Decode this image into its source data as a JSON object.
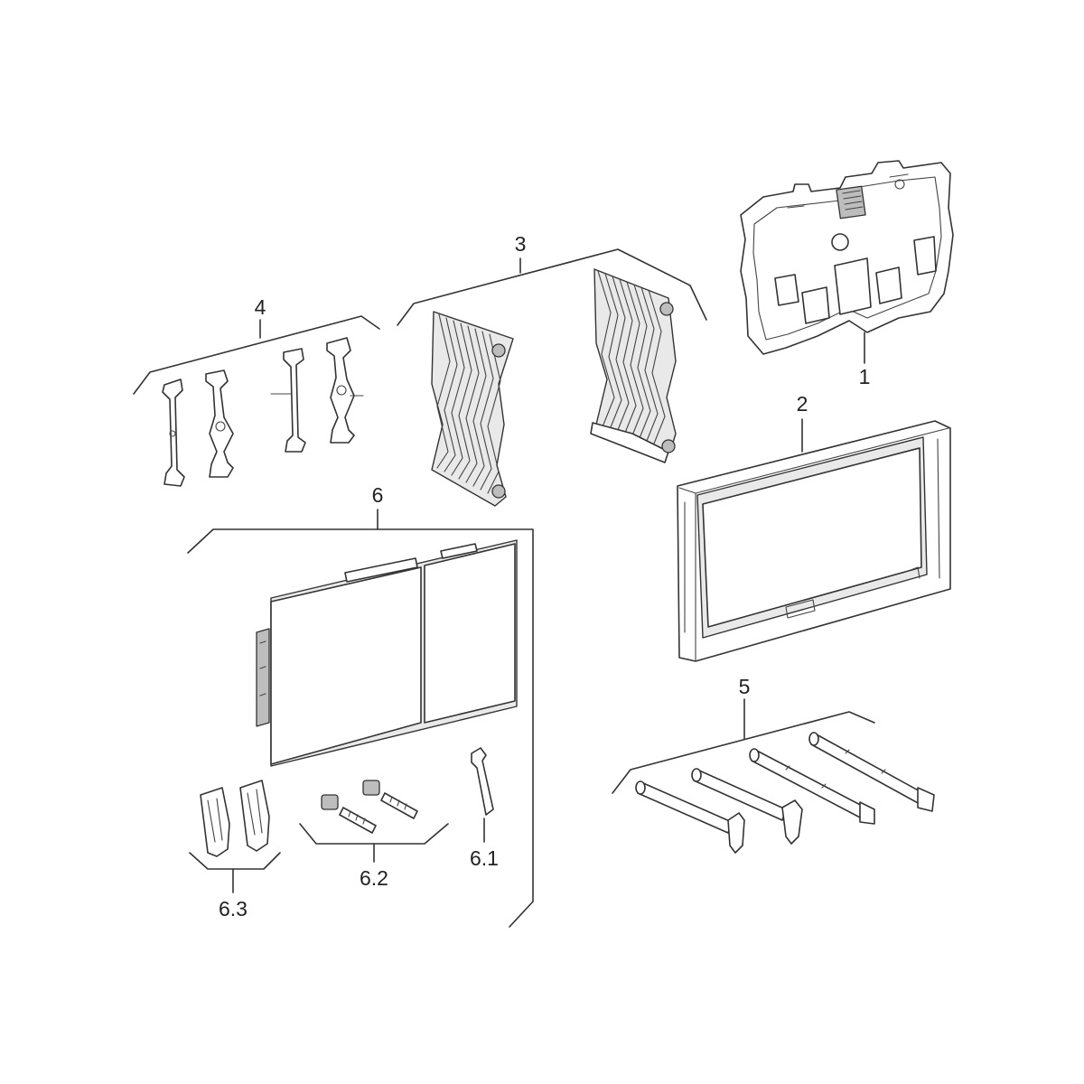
{
  "callouts": {
    "c1": "1",
    "c2": "2",
    "c3": "3",
    "c4": "4",
    "c5": "5",
    "c6": "6",
    "c6_1": "6.1",
    "c6_2": "6.2",
    "c6_3": "6.3"
  }
}
